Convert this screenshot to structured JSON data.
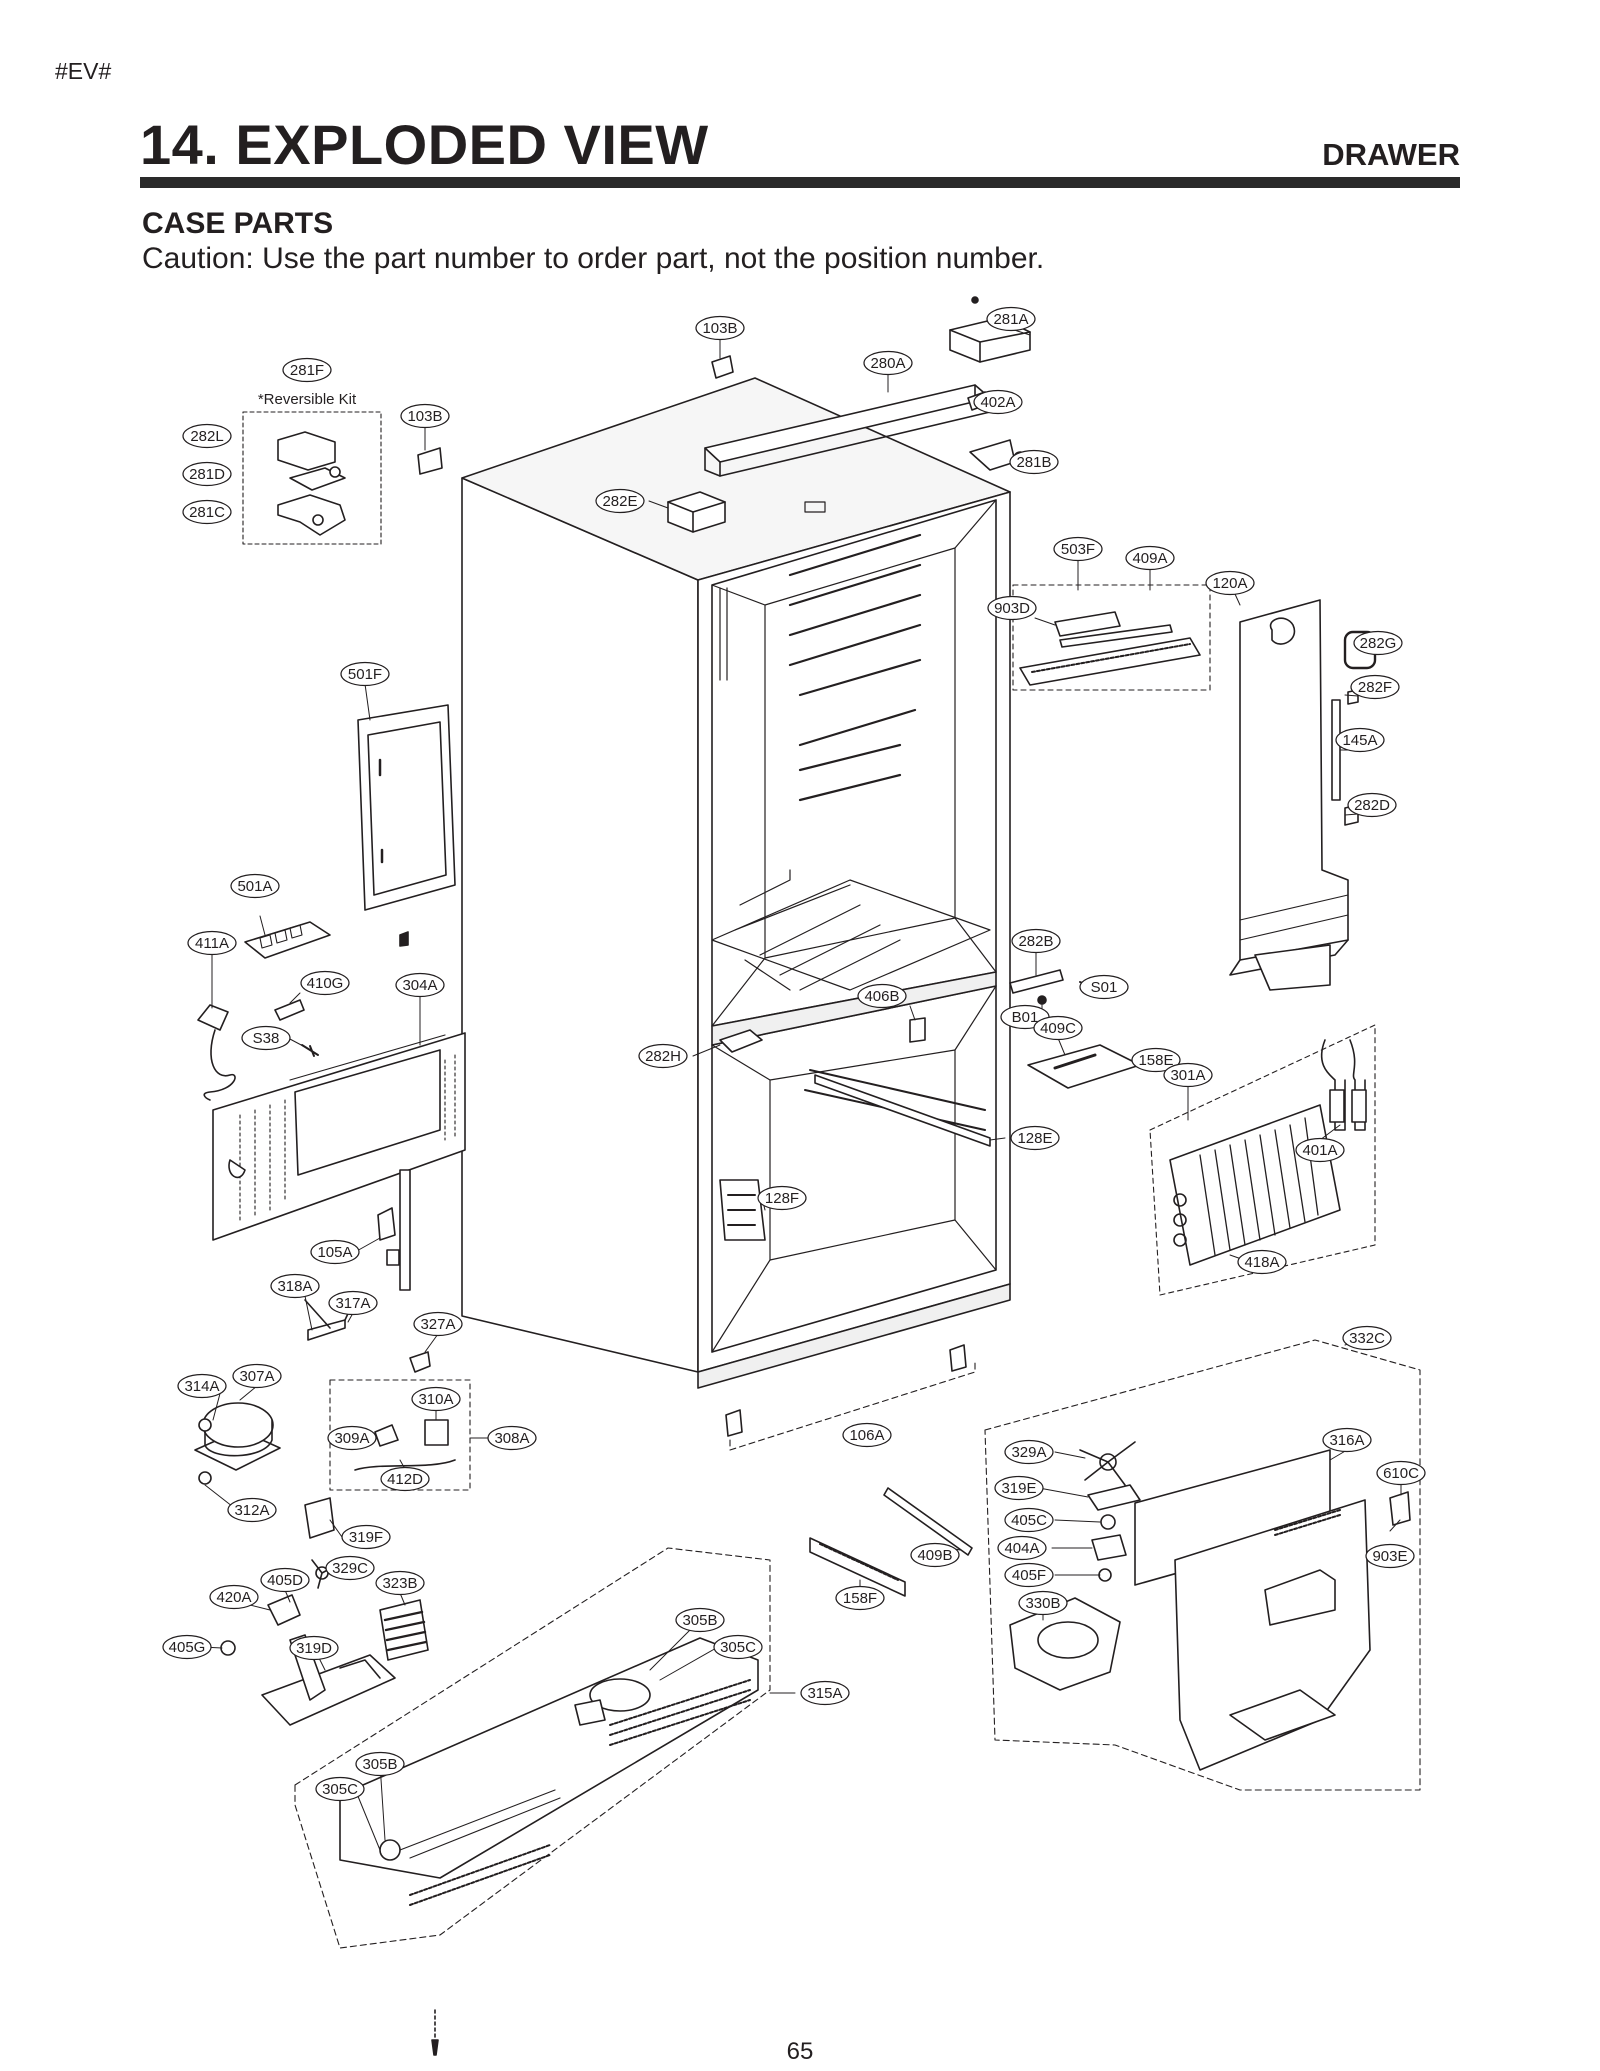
{
  "header": {
    "corner_tag": "#EV#",
    "title": "14. EXPLODED VIEW",
    "section": "DRAWER",
    "subtitle": "CASE PARTS",
    "caution": "Caution: Use the part number to order part, not the position number."
  },
  "kit_note": "*Reversible Kit",
  "callouts": [
    {
      "id": "c103b_top",
      "label": "103B"
    },
    {
      "id": "c281a",
      "label": "281A"
    },
    {
      "id": "c281f",
      "label": "281F"
    },
    {
      "id": "c280a",
      "label": "280A"
    },
    {
      "id": "c103b_left",
      "label": "103B"
    },
    {
      "id": "c402a",
      "label": "402A"
    },
    {
      "id": "c282l",
      "label": "282L"
    },
    {
      "id": "c281d",
      "label": "281D"
    },
    {
      "id": "c281b",
      "label": "281B"
    },
    {
      "id": "c282e",
      "label": "282E"
    },
    {
      "id": "c281c",
      "label": "281C"
    },
    {
      "id": "c503f",
      "label": "503F"
    },
    {
      "id": "c409a",
      "label": "409A"
    },
    {
      "id": "c120a",
      "label": "120A"
    },
    {
      "id": "c903d",
      "label": "903D"
    },
    {
      "id": "c282g",
      "label": "282G"
    },
    {
      "id": "c501f",
      "label": "501F"
    },
    {
      "id": "c282f",
      "label": "282F"
    },
    {
      "id": "c145a",
      "label": "145A"
    },
    {
      "id": "c282d",
      "label": "282D"
    },
    {
      "id": "c501a",
      "label": "501A"
    },
    {
      "id": "c282b",
      "label": "282B"
    },
    {
      "id": "c411a",
      "label": "411A"
    },
    {
      "id": "c410g",
      "label": "410G"
    },
    {
      "id": "c304a",
      "label": "304A"
    },
    {
      "id": "c406b",
      "label": "406B"
    },
    {
      "id": "cs01",
      "label": "S01"
    },
    {
      "id": "cb01",
      "label": "B01"
    },
    {
      "id": "cs38",
      "label": "S38"
    },
    {
      "id": "c409c",
      "label": "409C"
    },
    {
      "id": "c282h",
      "label": "282H"
    },
    {
      "id": "c158e",
      "label": "158E"
    },
    {
      "id": "c301a",
      "label": "301A"
    },
    {
      "id": "c128e",
      "label": "128E"
    },
    {
      "id": "c401a",
      "label": "401A"
    },
    {
      "id": "c128f",
      "label": "128F"
    },
    {
      "id": "c105a",
      "label": "105A"
    },
    {
      "id": "c418a",
      "label": "418A"
    },
    {
      "id": "c318a",
      "label": "318A"
    },
    {
      "id": "c317a",
      "label": "317A"
    },
    {
      "id": "c327a",
      "label": "327A"
    },
    {
      "id": "c332c",
      "label": "332C"
    },
    {
      "id": "c314a",
      "label": "314A"
    },
    {
      "id": "c307a",
      "label": "307A"
    },
    {
      "id": "c310a",
      "label": "310A"
    },
    {
      "id": "c309a",
      "label": "309A"
    },
    {
      "id": "c308a",
      "label": "308A"
    },
    {
      "id": "c106a",
      "label": "106A"
    },
    {
      "id": "c329a",
      "label": "329A"
    },
    {
      "id": "c316a",
      "label": "316A"
    },
    {
      "id": "c610c",
      "label": "610C"
    },
    {
      "id": "c412d",
      "label": "412D"
    },
    {
      "id": "c319e",
      "label": "319E"
    },
    {
      "id": "c312a",
      "label": "312A"
    },
    {
      "id": "c405c",
      "label": "405C"
    },
    {
      "id": "c319f",
      "label": "319F"
    },
    {
      "id": "c404a",
      "label": "404A"
    },
    {
      "id": "c903e",
      "label": "903E"
    },
    {
      "id": "c409b",
      "label": "409B"
    },
    {
      "id": "c329c",
      "label": "329C"
    },
    {
      "id": "c405d",
      "label": "405D"
    },
    {
      "id": "c405f",
      "label": "405F"
    },
    {
      "id": "c323b",
      "label": "323B"
    },
    {
      "id": "c420a",
      "label": "420A"
    },
    {
      "id": "c158f",
      "label": "158F"
    },
    {
      "id": "c330b",
      "label": "330B"
    },
    {
      "id": "c305b_top",
      "label": "305B"
    },
    {
      "id": "c405g",
      "label": "405G"
    },
    {
      "id": "c319d",
      "label": "319D"
    },
    {
      "id": "c305c_top",
      "label": "305C"
    },
    {
      "id": "c315a",
      "label": "315A"
    },
    {
      "id": "c305b_bottom",
      "label": "305B"
    },
    {
      "id": "c305c_bottom",
      "label": "305C"
    }
  ],
  "footer": {
    "page_number": "65"
  }
}
